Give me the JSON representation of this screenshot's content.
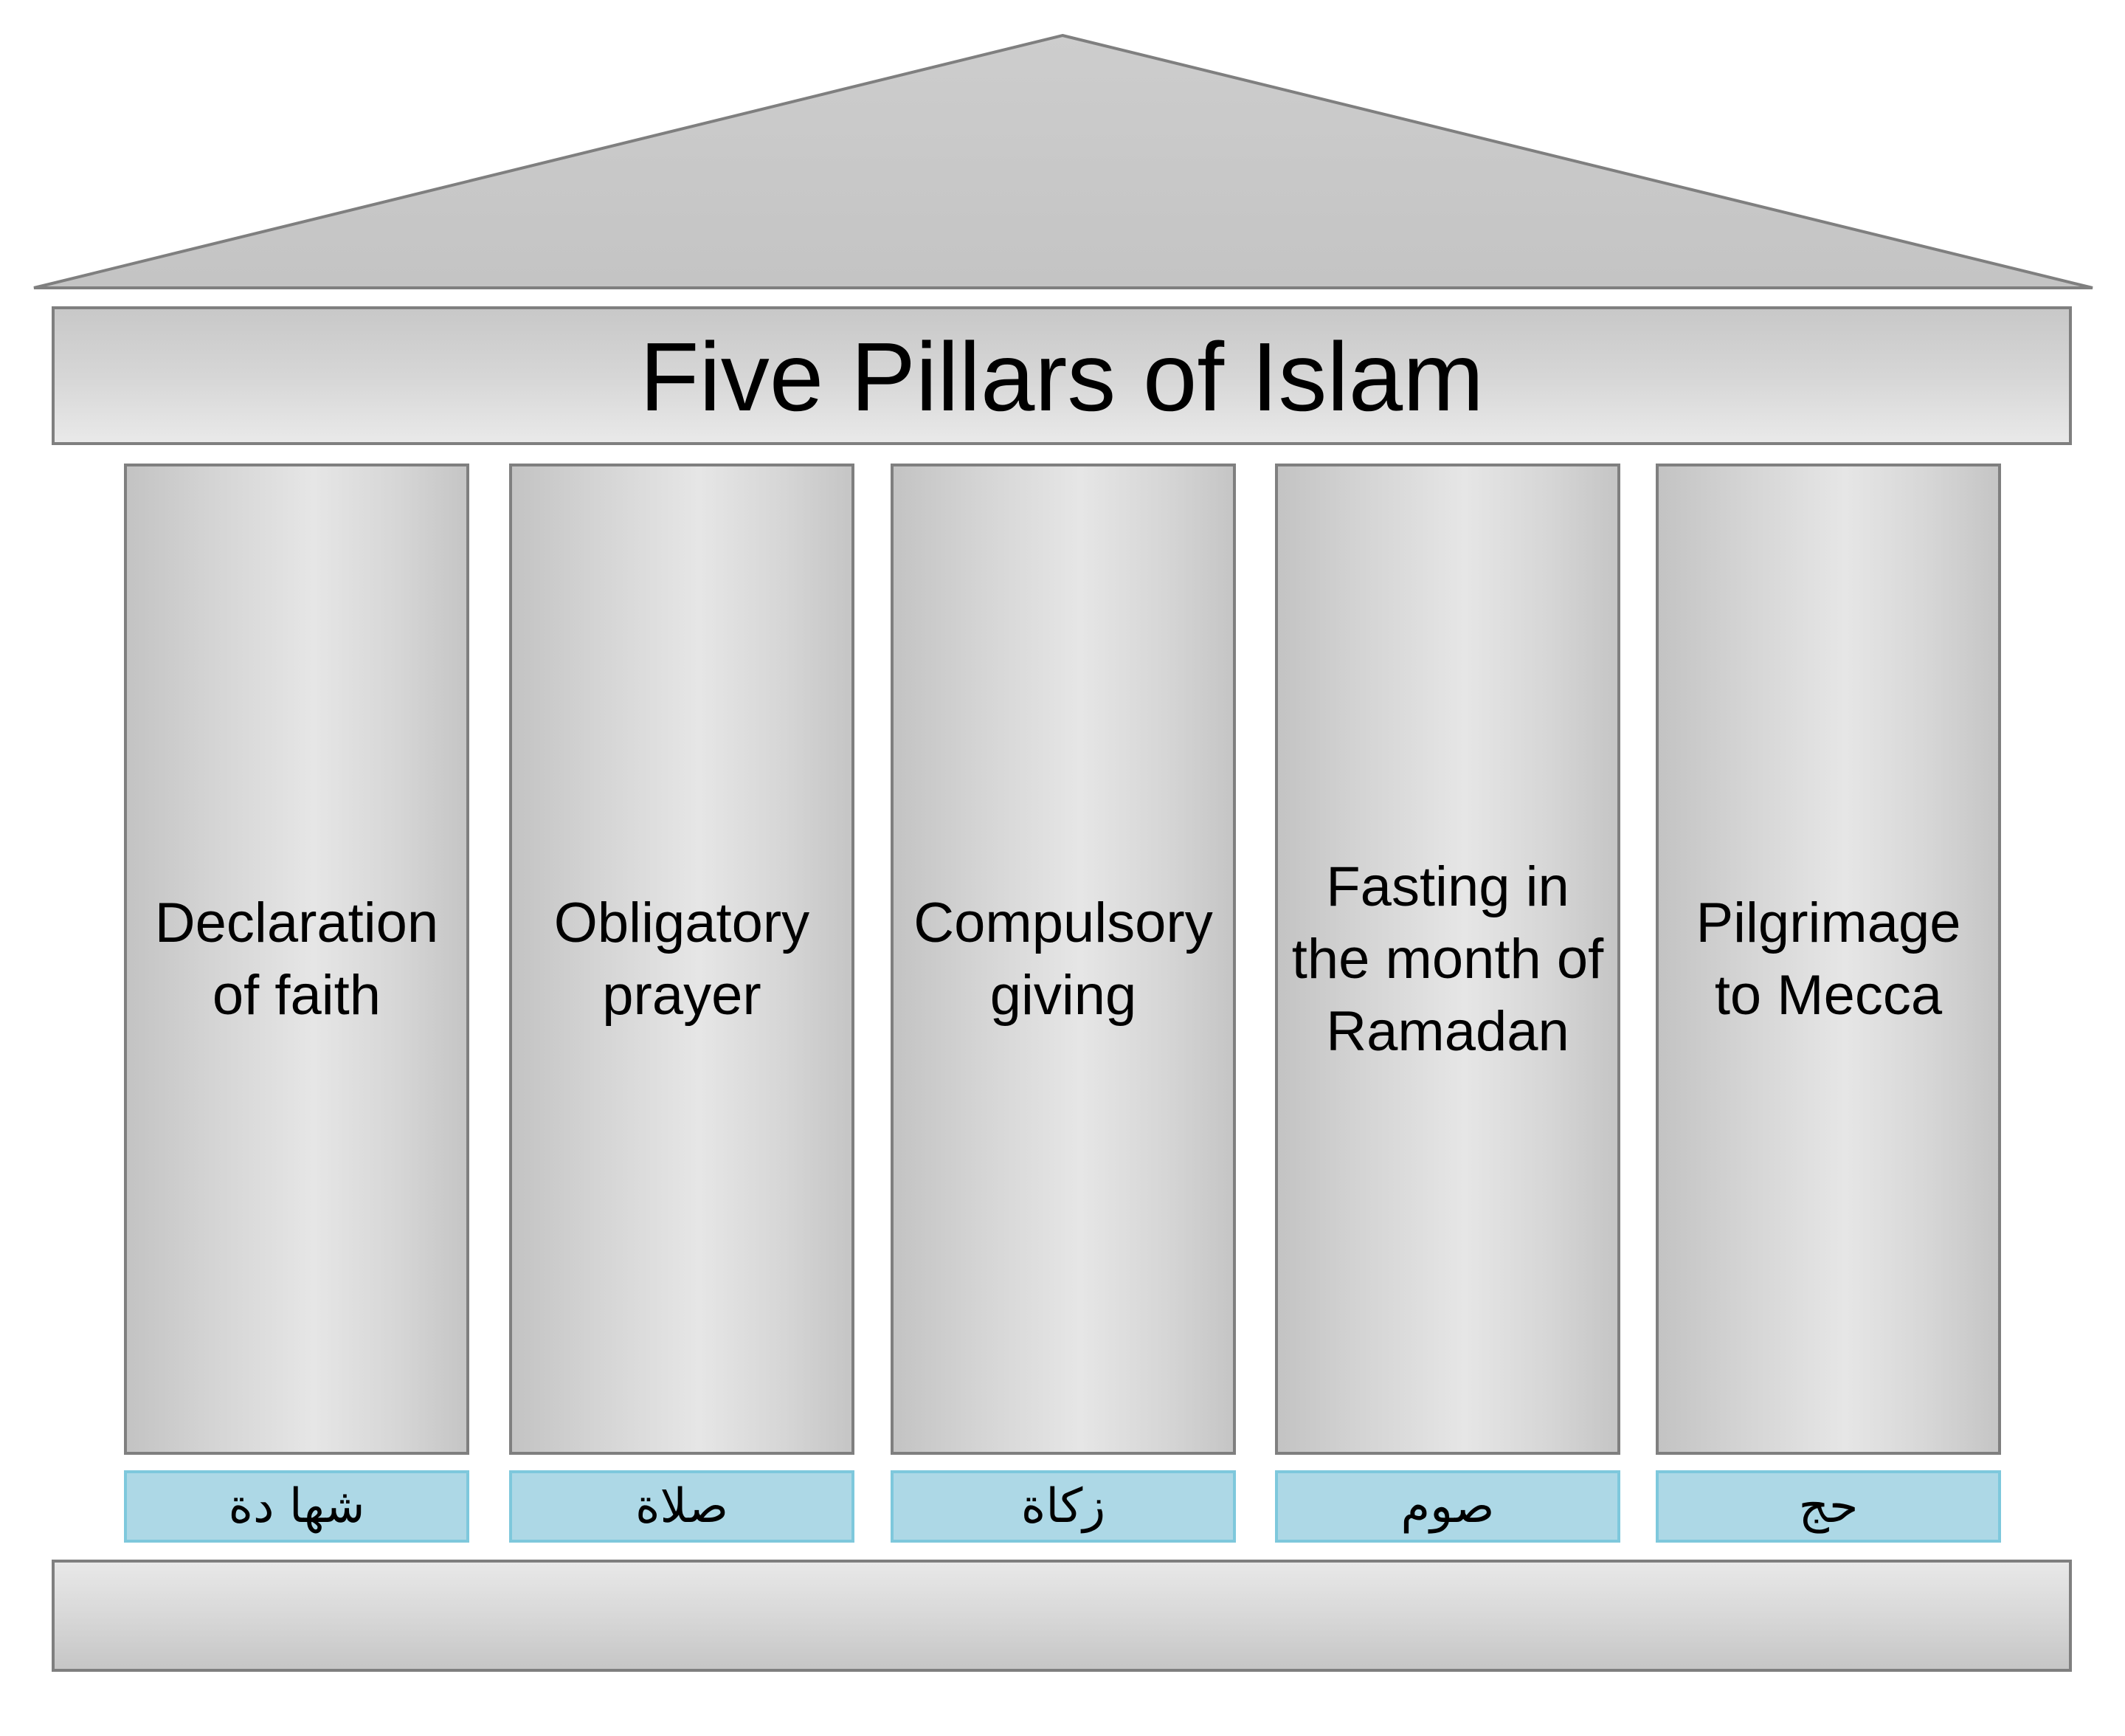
{
  "title": "Five Pillars of Islam",
  "pillars": [
    {
      "label": "Declaration\nof faith",
      "arabic": "شها دة"
    },
    {
      "label": "Obligatory\nprayer",
      "arabic": "صلاة"
    },
    {
      "label": "Compulsory\ngiving",
      "arabic": "زكاة"
    },
    {
      "label": "Fasting in\nthe month of\nRamadan",
      "arabic": "صوم"
    },
    {
      "label": "Pilgrimage\nto Mecca",
      "arabic": "حج"
    }
  ],
  "colors": {
    "stone": "#c8c8c8",
    "outline": "#7f7f7f",
    "plaque": "#add8e6"
  }
}
